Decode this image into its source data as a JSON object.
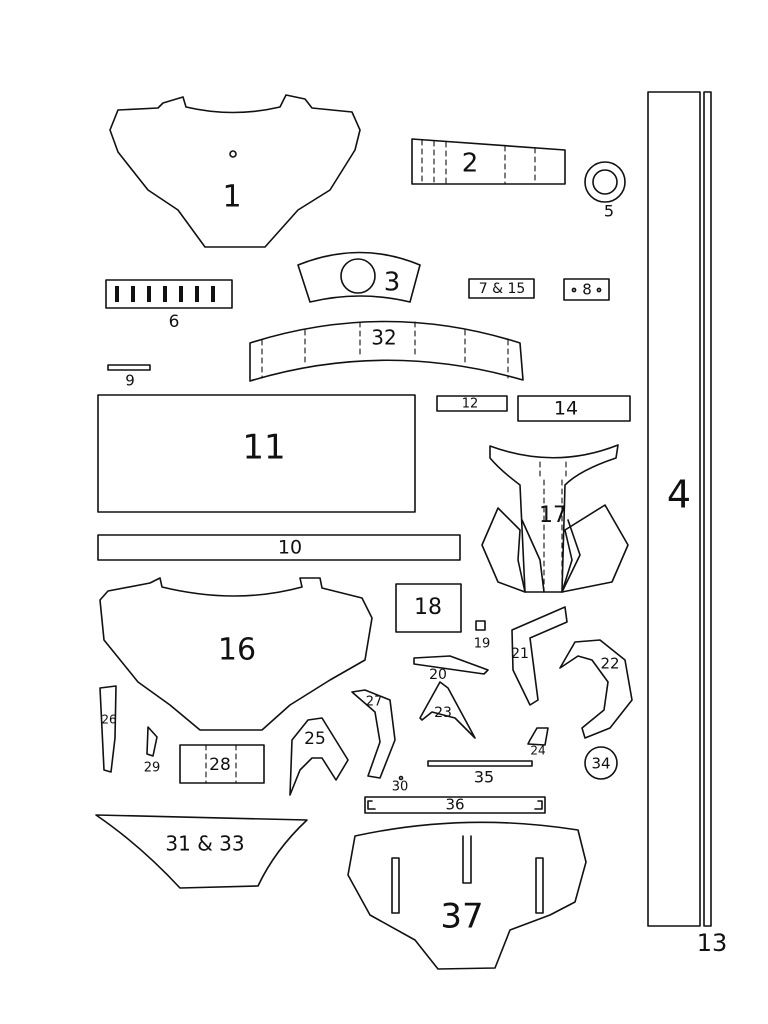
{
  "labels": {
    "p1": "1",
    "p2": "2",
    "p3": "3",
    "p4": "4",
    "p5": "5",
    "p6": "6",
    "p7_15": "7 & 15",
    "p8": "8",
    "p9": "9",
    "p10": "10",
    "p11": "11",
    "p12": "12",
    "p13": "13",
    "p14": "14",
    "p16": "16",
    "p17": "17",
    "p18": "18",
    "p19": "19",
    "p20": "20",
    "p21": "21",
    "p22": "22",
    "p23": "23",
    "p24": "24",
    "p25": "25",
    "p26": "26",
    "p27": "27",
    "p28": "28",
    "p29": "29",
    "p30": "30",
    "p31_33": "31 & 33",
    "p32": "32",
    "p34": "34",
    "p35": "35",
    "p36": "36",
    "p37": "37"
  }
}
